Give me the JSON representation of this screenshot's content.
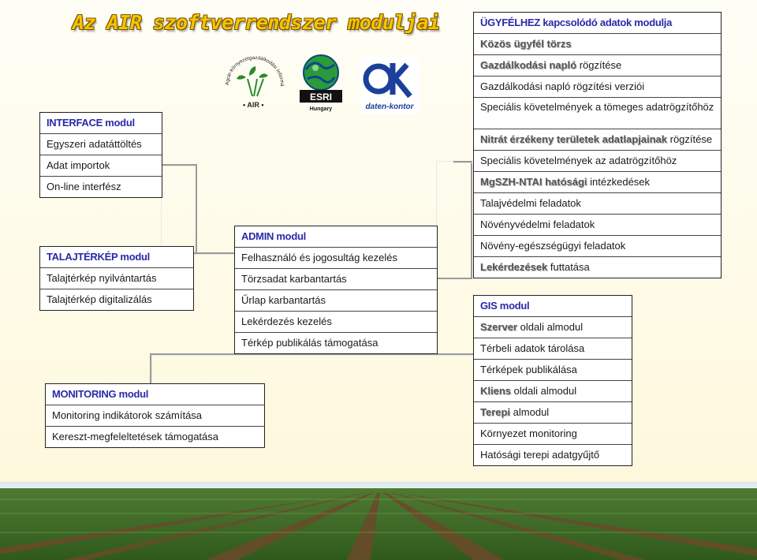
{
  "title": "Az AIR szoftverrendszer moduljai",
  "logos": {
    "air_ring": "Agrár-környezetgazdálkodási Információs Rendszer",
    "air_label": "• AIR •",
    "esri_label": "ESRI",
    "esri_sub": "Hungary",
    "daten_label": "daten-kontor"
  },
  "interface": {
    "header": "INTERFACE modul",
    "items": [
      "Egyszeri adatáttöltés",
      "Adat importok",
      "On-line interfész"
    ]
  },
  "talajterkep": {
    "header": "TALAJTÉRKÉP modul",
    "items": [
      "Talajtérkép nyilvántartás",
      "Talajtérkép digitalizálás"
    ]
  },
  "monitoring": {
    "header": "MONITORING modul",
    "items": [
      "Monitoring indikátorok számítása",
      "Kereszt-megfeleltetések támogatása"
    ]
  },
  "admin": {
    "header": "ADMIN modul",
    "items": [
      "Felhasználó és jogosultág kezelés",
      "Törzsadat karbantartás",
      "Űrlap karbantartás",
      "Lekérdezés kezelés",
      "Térkép publikálás támogatása"
    ]
  },
  "ugyfel": {
    "header": "ÜGYFÉLHEZ kapcsolódó adatok modulja",
    "r1": "Közös ügyfél törzs",
    "r2a": "Gazdálkodási napló",
    "r2b": " rögzítése",
    "r3": "Gazdálkodási napló rögzítési verziói",
    "r4": "Speciális követelmények a tömeges adatrögzítőhöz",
    "r5a": "Nitrát érzékeny területek adatlapjainak",
    "r5b": " rögzítése",
    "r6": "Speciális követelmények az adatrögzítőhöz",
    "r7a": "MgSZH-NTAI hatósági",
    "r7b": " intézkedések",
    "r8": "Talajvédelmi feladatok",
    "r9": "Növényvédelmi feladatok",
    "r10": "Növény-egészségügyi feladatok",
    "r11a": "Lekérdezések",
    "r11b": " futtatása"
  },
  "gis": {
    "header": "GIS modul",
    "r1a": "Szerver",
    "r1b": " oldali almodul",
    "r2": "Térbeli adatok tárolása",
    "r3": "Térképek publikálása",
    "r4a": "Kliens",
    "r4b": " oldali almodul",
    "r5a": "Terepi",
    "r5b": " almodul",
    "r6": "Környezet monitoring",
    "r7": "Hatósági terepi adatgyűjtő"
  },
  "colors": {
    "header": "#2a2aa8",
    "title": "#f5c400",
    "connector": "#9a9a9a"
  }
}
